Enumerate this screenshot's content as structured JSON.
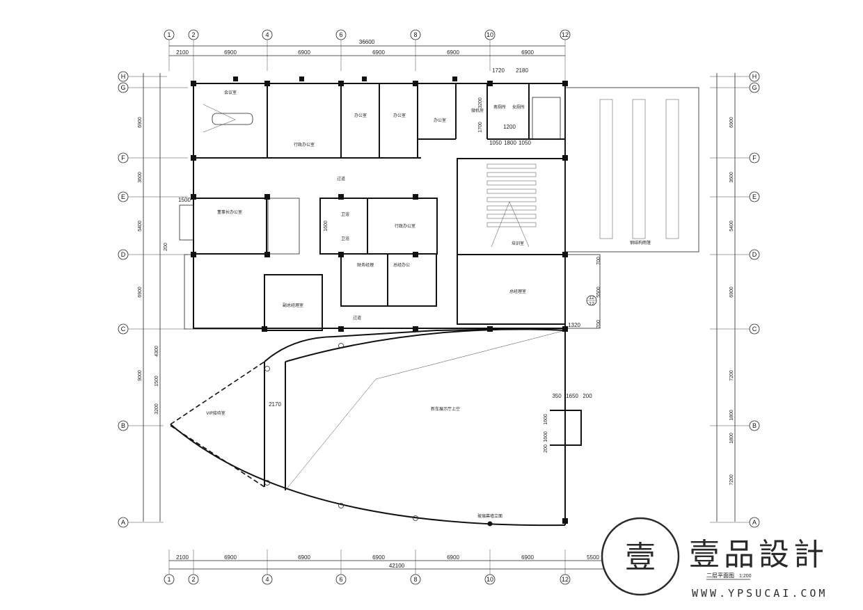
{
  "total_dims": {
    "top": "36600",
    "bottom": "42100"
  },
  "top_dims": [
    "2100",
    "6900",
    "6900",
    "6900",
    "6900",
    "6900"
  ],
  "bottom_dims": [
    "2100",
    "6900",
    "6900",
    "6900",
    "6900",
    "6900",
    "5500"
  ],
  "grid_cols": [
    "1",
    "2",
    "4",
    "6",
    "8",
    "10",
    "12"
  ],
  "grid_rows": [
    "H",
    "G",
    "F",
    "E",
    "D",
    "C",
    "B",
    "A"
  ],
  "left_dims": [
    "6900",
    "3600",
    "5400",
    "6900",
    "4300",
    "1500",
    "3200",
    "9000"
  ],
  "right_dims": [
    "6900",
    "3600",
    "5400",
    "6900",
    "7200",
    "1800",
    "1800",
    "7200"
  ],
  "rooms": {
    "meeting": "会议室",
    "admin_office": "行政办公室",
    "office1": "办公室",
    "office2": "办公室",
    "office3": "办公室",
    "machine_room": "微机房",
    "wc_m": "男厕所",
    "wc_f": "女厕所",
    "corridor1": "过道",
    "chairman": "董事长办公室",
    "restroom1": "卫浴",
    "restroom2": "卫浴",
    "admin_mgr": "行政办公室",
    "finance": "财务经理",
    "gm_office": "总经办公",
    "training": "培训室",
    "deputy_gm": "副总经理室",
    "corridor2": "过道",
    "gm2": "总经理室",
    "steel": "钢结构雨篷",
    "vip": "VIP接待室",
    "hall": "新车展示厅上空",
    "glass": "玻璃幕墙立面"
  },
  "misc_dims": {
    "d1720": "1720",
    "d2180": "2180",
    "d1050a": "1050",
    "d1800": "1800",
    "d1050b": "1050",
    "d3200": "3200",
    "d1700": "1700",
    "d1200": "1200",
    "d1500": "1500",
    "d1600": "1600",
    "d2170": "2170",
    "d350": "350",
    "d1650": "1650",
    "d200": "200",
    "d1600b": "1600",
    "d1600c": "1600",
    "d200b": "200",
    "d700a": "700",
    "d5500": "5500",
    "d700b": "700",
    "d1320": "1320",
    "d200c": "200"
  },
  "title": {
    "name": "二层平面图",
    "scale": "1:200"
  },
  "logo": {
    "char": "壹",
    "text": "壹品設計",
    "url": "WWW.YPSUCAI.COM"
  },
  "colors": {
    "line": "#111111",
    "logo": "#2a2a2a"
  }
}
